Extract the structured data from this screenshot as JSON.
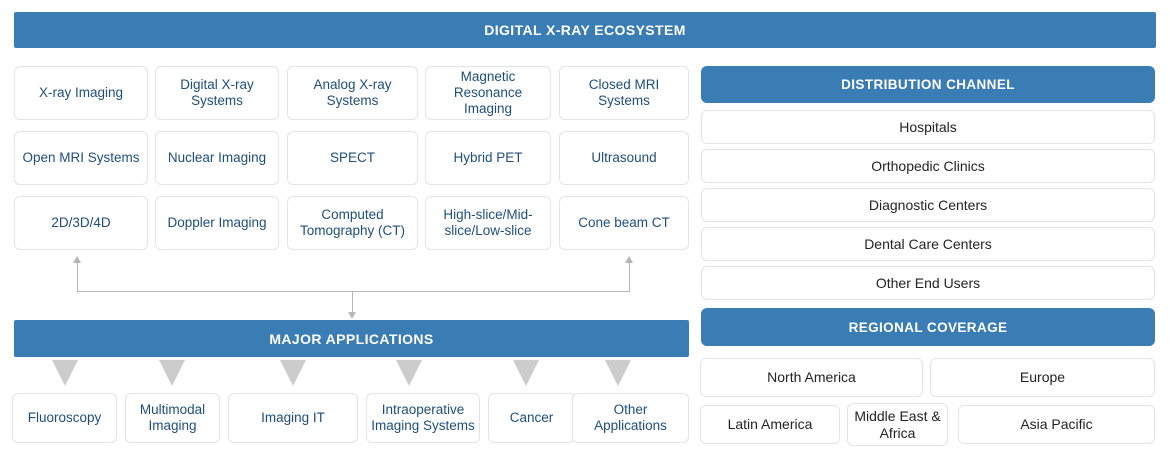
{
  "headers": {
    "main_title": "DIGITAL X-RAY ECOSYSTEM",
    "applications_title": "MAJOR APPLICATIONS",
    "distribution_title": "DISTRIBUTION CHANNEL",
    "regional_title": "REGIONAL COVERAGE"
  },
  "colors": {
    "brand_blue": "#3a7cb4",
    "card_text_navy": "#1f4e79",
    "list_text_dark": "#232323",
    "card_border": "#e3e4e6",
    "connector_gray": "#b6b6b6",
    "funnel_arrow_gray": "#cccccc"
  },
  "ecosystem": {
    "rows": [
      [
        "X-ray Imaging",
        "Digital X-ray Systems",
        "Analog X-ray Systems",
        "Magnetic Resonance Imaging",
        "Closed MRI Systems"
      ],
      [
        "Open MRI Systems",
        "Nuclear Imaging",
        "SPECT",
        "Hybrid PET",
        "Ultrasound"
      ],
      [
        "2D/3D/4D",
        "Doppler Imaging",
        "Computed Tomography (CT)",
        "High-slice/Mid-slice/Low-slice",
        "Cone beam CT"
      ]
    ]
  },
  "applications": {
    "items": [
      "Fluoroscopy",
      "Multimodal Imaging",
      "Imaging IT",
      "Intraoperative Imaging Systems",
      "Cancer",
      "Other Applications"
    ]
  },
  "distribution": {
    "items": [
      "Hospitals",
      "Orthopedic Clinics",
      "Diagnostic Centers",
      "Dental Care Centers",
      "Other End Users"
    ]
  },
  "regional": {
    "row1": [
      "North America",
      "Europe"
    ],
    "row2": [
      "Latin America",
      "Middle East & Africa",
      "Asia Pacific"
    ]
  }
}
